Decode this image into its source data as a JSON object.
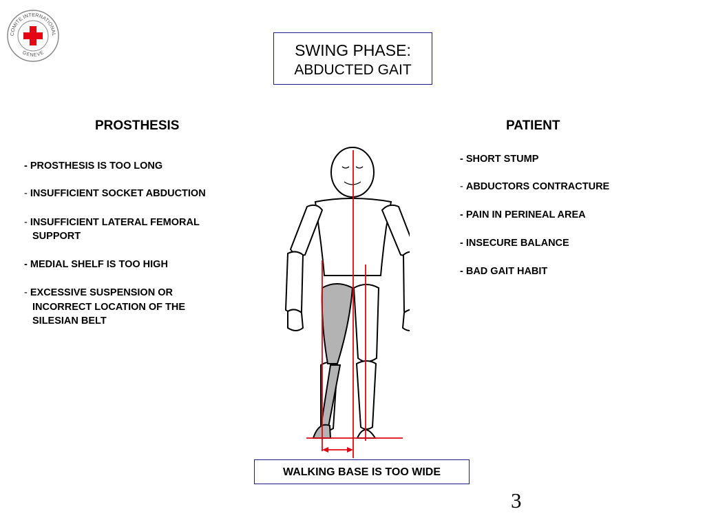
{
  "logo": {
    "text_top": "COMITE INTERNATIONAL",
    "text_bottom": "GENEVE",
    "accent_color": "#e30613"
  },
  "title": {
    "line1": "SWING PHASE:",
    "line2": "ABDUCTED GAIT"
  },
  "prosthesis": {
    "heading": "PROSTHESIS",
    "items": [
      "PROSTHESIS IS TOO LONG",
      "INSUFFICIENT SOCKET ABDUCTION",
      "INSUFFICIENT LATERAL FEMORAL",
      "SUPPORT",
      "MEDIAL SHELF IS TOO HIGH",
      "EXCESSIVE SUSPENSION OR",
      "INCORRECT LOCATION OF THE",
      "SILESIAN BELT"
    ]
  },
  "patient": {
    "heading": "PATIENT",
    "items": [
      "SHORT STUMP",
      "ABDUCTORS CONTRACTURE",
      "PAIN IN PERINEAL AREA",
      "INSECURE BALANCE",
      "BAD GAIT HABIT"
    ]
  },
  "walking_base_label": "WALKING BASE IS TOO WIDE",
  "page_number": "3",
  "colors": {
    "line_red": "#e30613",
    "box_border": "#1a1a8c",
    "prosthesis_fill": "#b3b3b3"
  }
}
